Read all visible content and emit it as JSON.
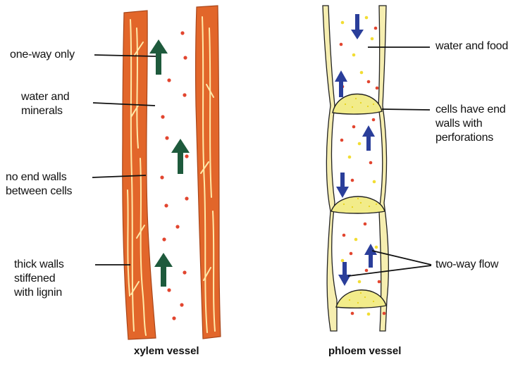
{
  "xylem": {
    "title": "xylem vessel",
    "labels": {
      "one_way": [
        "one-way only"
      ],
      "water_minerals": [
        "water and",
        "minerals"
      ],
      "no_end_walls": [
        "no end walls",
        "between cells"
      ],
      "thick_walls": [
        "thick walls",
        "stiffened",
        "with lignin"
      ]
    }
  },
  "phloem": {
    "title": "phloem vessel",
    "labels": {
      "water_food": [
        "water and food"
      ],
      "end_walls": [
        "cells have end",
        "walls with",
        "perforations"
      ],
      "two_way": [
        "two-way flow"
      ]
    }
  },
  "colors": {
    "xylem_wall": "#e2662a",
    "xylem_wall_dark": "#c94a1a",
    "lignin_streak": "#ffe9a8",
    "phloem_wall": "#f6eeb0",
    "sieve_plate": "#f2ec8a",
    "dot_red": "#e2452f",
    "dot_yellow": "#f2dd33",
    "arrow_green": "#1e5a3c",
    "arrow_blue": "#2a3e9a"
  }
}
